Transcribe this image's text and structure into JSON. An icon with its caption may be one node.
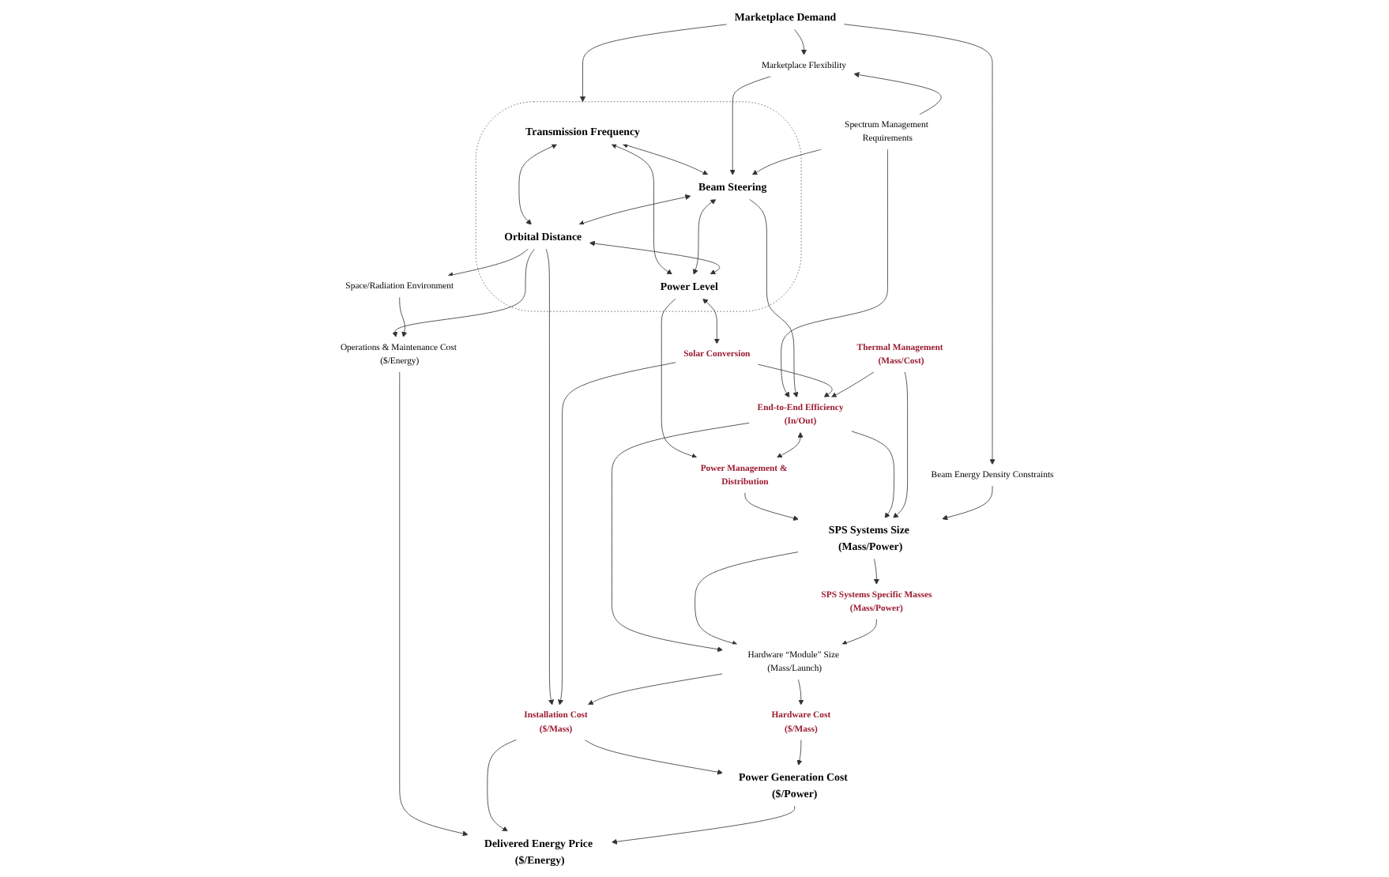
{
  "diagram": {
    "nodes": [
      {
        "text": [
          "Marketplace Demand"
        ]
      },
      {
        "text": [],
        "shape": "ellipse"
      },
      {
        "text": [
          "Transmission Frequency"
        ],
        "in": 1
      },
      {
        "text": [
          "Beam Steering"
        ],
        "in": 1
      },
      {
        "text": [
          "Orbital Distance"
        ],
        "in": 1
      },
      {
        "text": [
          "Power Level"
        ],
        "in": 1
      },
      {
        "text": [
          "Marketplace Flexibility"
        ]
      },
      {
        "text": [
          "Spectrum Management Requirements"
        ]
      },
      {
        "text": [
          "Space/Radiation Environment"
        ]
      },
      {
        "text": [
          "Operations & Maintenance Cost ($/Energy)"
        ]
      },
      {
        "text": [
          "Delivered Energy Price ($/Energy)"
        ]
      },
      {
        "text": [
          "Solar Conversion"
        ]
      },
      {
        "text": [
          "Installation Cost",
          "($/Mass)"
        ]
      },
      {
        "text": [
          "Power Generation Cost ($/Power)"
        ]
      },
      {
        "text": [
          "End-to-End Efficiency",
          "(In/Out)"
        ]
      },
      {
        "text": [
          "Power Management & Distribution"
        ]
      },
      {
        "text": [
          "Beam Energy Density Constraints"
        ]
      },
      {
        "text": [
          "Thermal Management (Mass/Cost)"
        ]
      },
      {
        "text": [
          "Hardware “Module” Size (Mass/Launch)"
        ]
      },
      {
        "text": [
          "Hardware Cost",
          "($/Mass)"
        ]
      },
      {
        "text": [
          "SPS Systems Size (Mass/Power)"
        ]
      },
      {
        "text": [
          "SPS Systems Specific Masses",
          "(Mass/Power)"
        ]
      }
    ],
    "edges": [
      {
        "from": 0,
        "to": 1,
        "arrow": "to"
      },
      {
        "from": 0,
        "to": 6,
        "arrow": "to"
      },
      {
        "from": 0,
        "to": 16,
        "arrow": "to"
      },
      {
        "from": 2,
        "to": 3,
        "arrow": "both"
      },
      {
        "from": 2,
        "to": 5,
        "arrow": "both"
      },
      {
        "from": 2,
        "to": 4,
        "arrow": "both"
      },
      {
        "from": 3,
        "to": 4,
        "arrow": "both"
      },
      {
        "from": 3,
        "to": 5,
        "arrow": "both"
      },
      {
        "from": 4,
        "to": 5,
        "arrow": "both"
      },
      {
        "from": 6,
        "to": 3,
        "arrow": "to"
      },
      {
        "from": 7,
        "to": 6,
        "arrow": "to"
      },
      {
        "from": 7,
        "to": 3,
        "arrow": "to"
      },
      {
        "from": 7,
        "to": 14,
        "arrow": "to"
      },
      {
        "from": 3,
        "to": 14,
        "arrow": "to"
      },
      {
        "from": 4,
        "to": 8,
        "arrow": "to"
      },
      {
        "from": 4,
        "to": 9,
        "arrow": "to"
      },
      {
        "from": 4,
        "to": 12,
        "arrow": "to"
      },
      {
        "from": 8,
        "to": 9,
        "arrow": "to"
      },
      {
        "from": 9,
        "to": 10,
        "arrow": "to"
      },
      {
        "from": 5,
        "to": 11,
        "arrow": "both"
      },
      {
        "from": 11,
        "to": 14,
        "arrow": "to"
      },
      {
        "from": 11,
        "to": 12,
        "arrow": "to"
      },
      {
        "from": 5,
        "to": 15,
        "arrow": "to"
      },
      {
        "from": 14,
        "to": 15,
        "arrow": "both"
      },
      {
        "from": 14,
        "to": 18,
        "arrow": "to"
      },
      {
        "from": 15,
        "to": 20,
        "arrow": "to"
      },
      {
        "from": 14,
        "to": 20,
        "arrow": "to"
      },
      {
        "from": 17,
        "to": 14,
        "arrow": "to"
      },
      {
        "from": 17,
        "to": 20,
        "arrow": "to"
      },
      {
        "from": 16,
        "to": 20,
        "arrow": "to"
      },
      {
        "from": 20,
        "to": 18,
        "arrow": "to"
      },
      {
        "from": 20,
        "to": 21,
        "arrow": "to"
      },
      {
        "from": 21,
        "to": 18,
        "arrow": "to"
      },
      {
        "from": 18,
        "to": 12,
        "arrow": "to"
      },
      {
        "from": 18,
        "to": 19,
        "arrow": "to"
      },
      {
        "from": 12,
        "to": 10,
        "arrow": "to"
      },
      {
        "from": 12,
        "to": 13,
        "arrow": "to"
      },
      {
        "from": 19,
        "to": 13,
        "arrow": "to"
      },
      {
        "from": 13,
        "to": 10,
        "arrow": "to"
      }
    ]
  }
}
